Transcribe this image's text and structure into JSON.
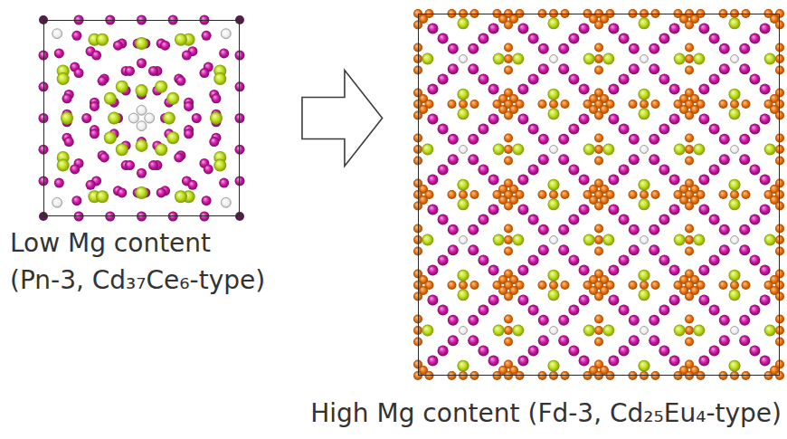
{
  "diagram": {
    "nodes": [
      {
        "text": [
          "Low Mg content",
          "(Pn-3, Cd₃₇Ce₆-type)"
        ]
      },
      {
        "text": [
          "High Mg content (Fd-3, Cd₂₅Eu₄-type)"
        ]
      }
    ],
    "edges": [
      {
        "from": 0,
        "to": 1,
        "arrow": "to"
      }
    ]
  }
}
